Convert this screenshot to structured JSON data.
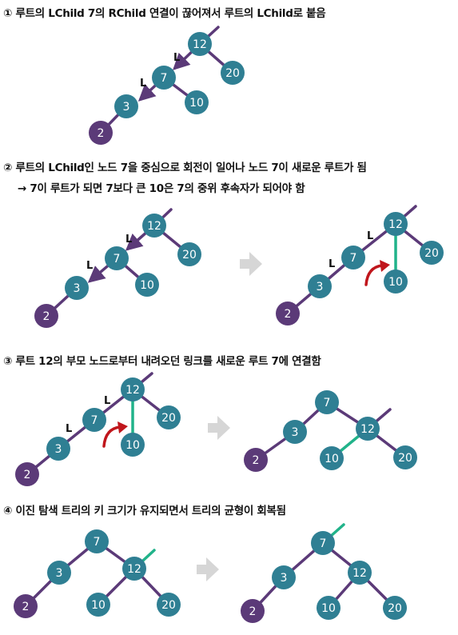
{
  "captions": {
    "step1": "① 루트의 LChild 7의 RChild 연결이 끊어져서 루트의 LChild로 붙음",
    "step2": "② 루트의 LChild인 노드 7을 중심으로 회전이 일어나 노드 7이 새로운 루트가 됨",
    "step2_note": "→ 7이 루트가 되면 7보다 큰 10은 7의 중위 후속자가 되어야 함",
    "step3": "③ 루트 12의 부모 노드로부터 내려오던 링크를 새로운 루트 7에 연결함",
    "step4": "④ 이진 탐색 트리의 키 크기가 유지되면서 트리의 균형이 회복됨"
  },
  "edge_label": "L",
  "nodes": [
    "12",
    "20",
    "7",
    "10",
    "3",
    "2"
  ],
  "colors": {
    "node_teal": "#2f7f93",
    "node_purple": "#5b3a78",
    "edge": "#5b3a78",
    "new_link": "#21b38a",
    "rotation_arrow": "#c0161c",
    "step_arrow": "#d6d6d6"
  },
  "icons": [
    "rotation-arrow-icon",
    "step-arrow-icon",
    "pointer-arrow-icon"
  ]
}
